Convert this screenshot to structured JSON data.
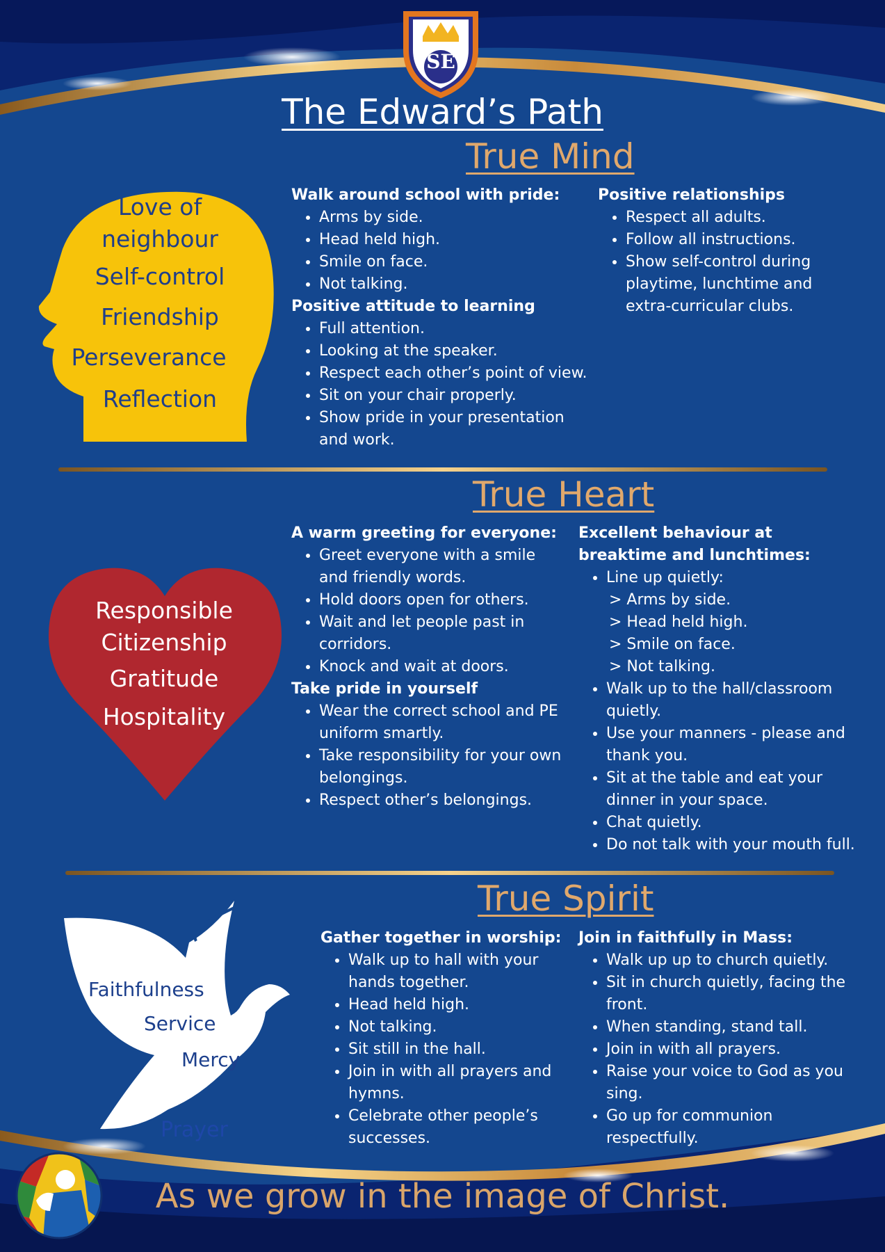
{
  "title": "The Edward’s Path",
  "crest": {
    "initials": "SE"
  },
  "mind": {
    "heading": "True Mind",
    "values": [
      "Love of",
      "neighbour",
      "Self-control",
      "Friendship",
      "Perseverance",
      "Reflection"
    ],
    "col1": {
      "h1": "Walk around school with pride:",
      "items1": [
        "Arms by side.",
        "Head held high.",
        "Smile on face.",
        "Not talking."
      ],
      "h2": "Positive attitude to learning",
      "items2": [
        "Full attention.",
        "Looking at the speaker.",
        "Respect each other’s point of view.",
        "Sit on your chair properly.",
        "Show pride in your presentation and work."
      ]
    },
    "col2": {
      "h1": "Positive relationships",
      "items1": [
        "Respect all adults.",
        "Follow all instructions.",
        "Show self-control during playtime, lunchtime and extra-curricular clubs."
      ]
    }
  },
  "heart": {
    "heading": "True Heart",
    "values": [
      "Responsible",
      "Citizenship",
      "Gratitude",
      "Hospitality"
    ],
    "col1": {
      "h1": "A warm greeting for everyone:",
      "items1": [
        "Greet everyone with a smile and friendly words.",
        "Hold doors open for others.",
        "Wait and let people past in corridors.",
        "Knock and wait at doors."
      ],
      "h2": "Take pride in yourself",
      "items2": [
        "Wear the correct school and PE uniform smartly.",
        "Take responsibility for your own belongings.",
        "Respect other’s belongings."
      ]
    },
    "col2": {
      "h1": "Excellent behaviour at breaktime and lunchtimes:",
      "item_lineup": "Line up quietly:",
      "sub": [
        "> Arms by side.",
        "> Head held high.",
        "> Smile on face.",
        "> Not talking."
      ],
      "items_rest": [
        "Walk up to the hall/classroom quietly.",
        "Use your manners - please and thank you.",
        "Sit at the table and eat your dinner in your space.",
        "Chat quietly.",
        "Do not talk with your mouth full."
      ]
    }
  },
  "spirit": {
    "heading": "True Spirit",
    "values": [
      "Faithfulness",
      "Service",
      "Mercy",
      "Prayer"
    ],
    "col1": {
      "h1": "Gather together in worship:",
      "items1": [
        "Walk up to hall with your hands together.",
        "Head held high.",
        "Not talking.",
        "Sit still in the hall.",
        "Join in with all prayers and hymns.",
        "Celebrate other people’s successes."
      ]
    },
    "col2": {
      "h1": "Join in faithfully in Mass:",
      "items1": [
        "Walk up up to church quietly.",
        "Sit in church quietly, facing the front.",
        "When standing, stand tall.",
        "Join in with all prayers.",
        "Raise your voice to God as you sing.",
        "Go up for communion respectfully."
      ]
    }
  },
  "motto": "As we grow in the image of Christ.",
  "colors": {
    "background": "#14478f",
    "gold": "#e0a86c",
    "head": "#f7c30a",
    "heart": "#b0272f"
  }
}
